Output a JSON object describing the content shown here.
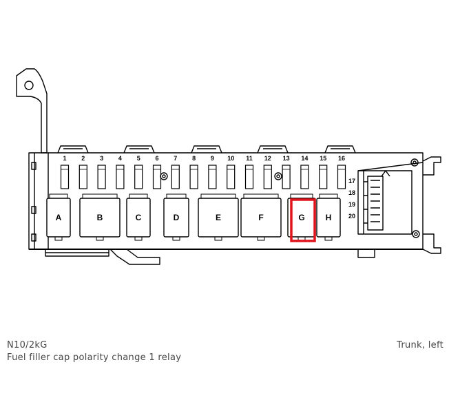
{
  "component": {
    "code": "N10/2kG",
    "description": "Fuel filler cap polarity change 1 relay",
    "location": "Trunk, left"
  },
  "fuse_numbers": [
    "1",
    "2",
    "3",
    "4",
    "5",
    "6",
    "7",
    "8",
    "9",
    "10",
    "11",
    "12",
    "13",
    "14",
    "15",
    "16"
  ],
  "relays": [
    {
      "label": "A",
      "highlighted": false
    },
    {
      "label": "B",
      "highlighted": false
    },
    {
      "label": "C",
      "highlighted": false
    },
    {
      "label": "D",
      "highlighted": false
    },
    {
      "label": "E",
      "highlighted": false
    },
    {
      "label": "F",
      "highlighted": false
    },
    {
      "label": "G",
      "highlighted": true
    },
    {
      "label": "H",
      "highlighted": false
    }
  ],
  "connector_numbers": [
    "17",
    "18",
    "19",
    "20"
  ],
  "colors": {
    "highlight": "#e0141a",
    "line": "#000000"
  }
}
